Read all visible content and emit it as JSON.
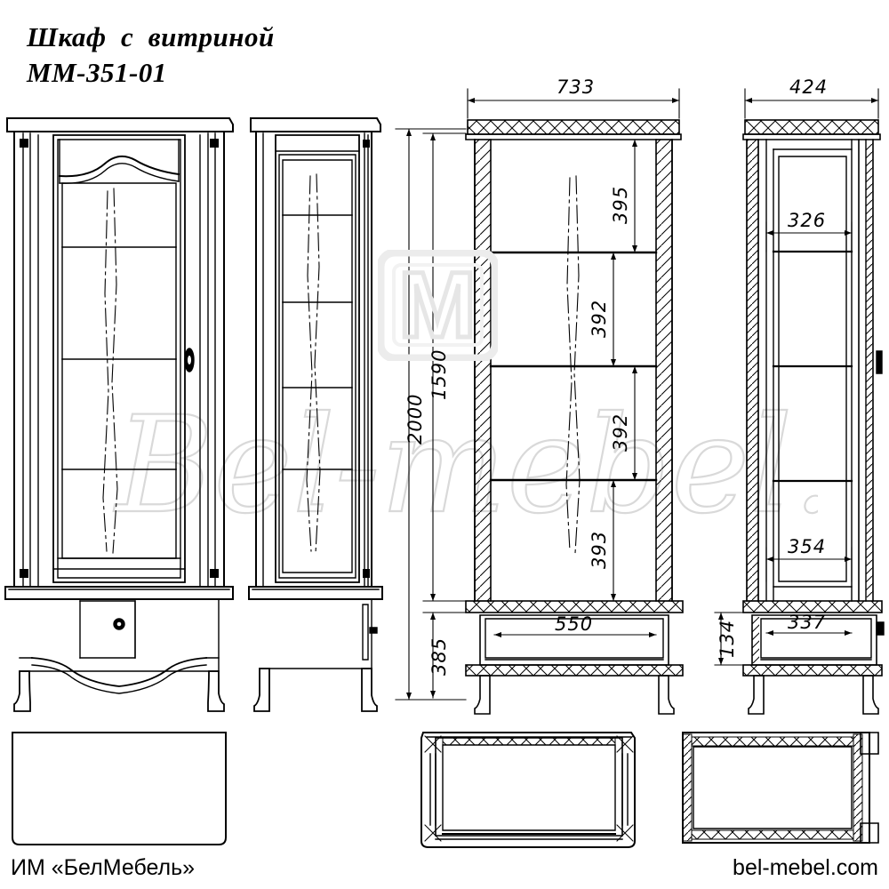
{
  "title": {
    "line1": "Шкаф  с  витриной",
    "line2": "ММ-351-01"
  },
  "footer": {
    "company": "ИМ «БелМебель»",
    "website": "bel-mebel.com"
  },
  "watermark": {
    "script_text": "Bel-mebel.com",
    "logo_letter": "M"
  },
  "drawing": {
    "product": "Шкаф с витриной ММ-351-01",
    "units": "мм",
    "views": [
      {
        "name": "front-view",
        "label": ""
      },
      {
        "name": "side-view",
        "label": ""
      },
      {
        "name": "front-section-view",
        "label": ""
      },
      {
        "name": "side-section-view",
        "label": ""
      },
      {
        "name": "plan-section-front",
        "label": ""
      },
      {
        "name": "plan-section-side",
        "label": ""
      },
      {
        "name": "blank-panel",
        "label": ""
      }
    ],
    "dimensions": {
      "width_overall": "733",
      "depth_overall": "424",
      "height_overall": "2000",
      "height_upper_case": "1590",
      "height_base": "385",
      "shelf_gap_1": "395",
      "shelf_gap_2": "392",
      "shelf_gap_3": "392",
      "shelf_gap_4": "393",
      "drawer_width": "550",
      "shelf_depth_top": "326",
      "shelf_depth_bottom": "354",
      "drawer_depth": "337",
      "base_height_inner": "134"
    }
  }
}
